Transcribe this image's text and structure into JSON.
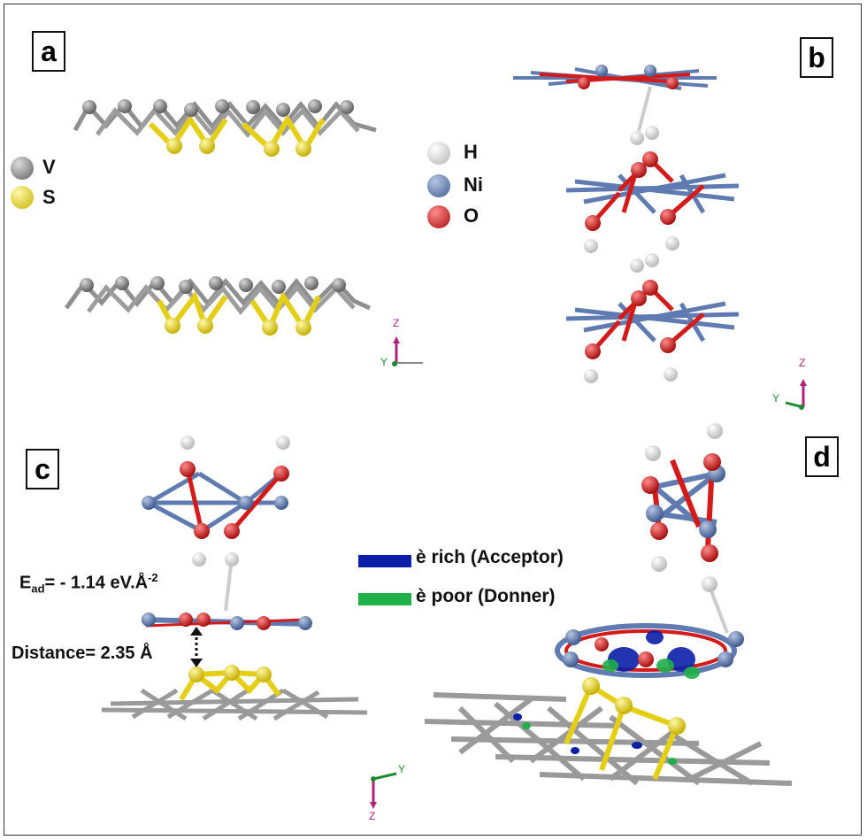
{
  "panels": {
    "a": "a",
    "b": "b",
    "c": "c",
    "d": "d"
  },
  "legend_a": {
    "v": "V",
    "s": "S"
  },
  "legend_b": {
    "h": "H",
    "ni": "Ni",
    "o": "O"
  },
  "legend_charge": {
    "rich": "è rich (Acceptor)",
    "poor": "è poor (Donner)"
  },
  "annotations": {
    "ead_label": "E",
    "ead_sub": "ad",
    "ead_value": "= - 1.14 eV.Å",
    "ead_sup": "-2",
    "distance": "Distance= 2.35 Å"
  },
  "axes": {
    "z": "Z",
    "y": "Y"
  },
  "colors": {
    "vanadium": "#8a8a8a",
    "sulfur": "#e8d21e",
    "hydrogen": "#f2f2f2",
    "nickel": "#6b86b8",
    "oxygen": "#d81e1e",
    "rich": "#0b1fa8",
    "poor": "#1fb04a"
  }
}
